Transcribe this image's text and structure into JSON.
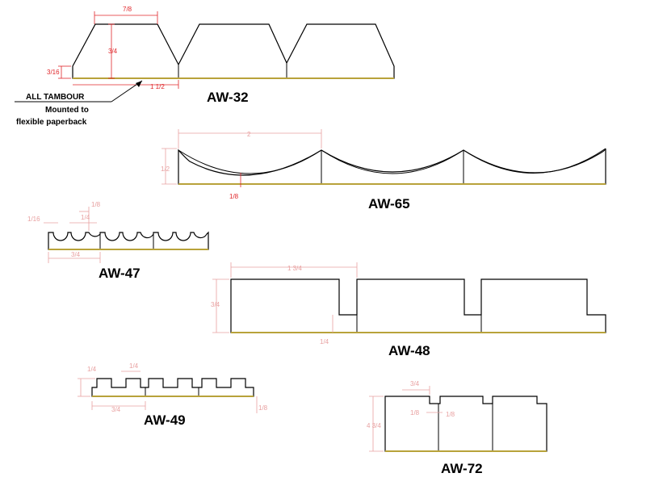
{
  "profiles": [
    {
      "name": "AW-32"
    },
    {
      "name": "AW-65"
    },
    {
      "name": "AW-47"
    },
    {
      "name": "AW-48"
    },
    {
      "name": "AW-49"
    },
    {
      "name": "AW-72"
    }
  ],
  "notes": {
    "line1": "ALL TAMBOUR",
    "line2": "Mounted to",
    "line3": "flexible paperback"
  },
  "dims": {
    "aw32_top": "7/8",
    "aw32_height": "3/4",
    "aw32_edge": "3/16",
    "aw32_width": "1 1/2",
    "aw65_width": "2",
    "aw65_height": "1/2",
    "aw65_depth": "1/8",
    "aw47_groove": "1/16",
    "aw47_top": "1/8",
    "aw47_cut": "1/4",
    "aw47_width": "3/4",
    "aw48_width": "1 3/4",
    "aw48_height": "3/4",
    "aw48_step": "1/4",
    "aw49_height": "1/4",
    "aw49_tooth": "1/4",
    "aw49_width": "3/4",
    "aw49_base": "1/8",
    "aw72_top": "3/4",
    "aw72_height": "4 3/4",
    "aw72_step": "1/8",
    "aw72_notch": "1/8"
  }
}
